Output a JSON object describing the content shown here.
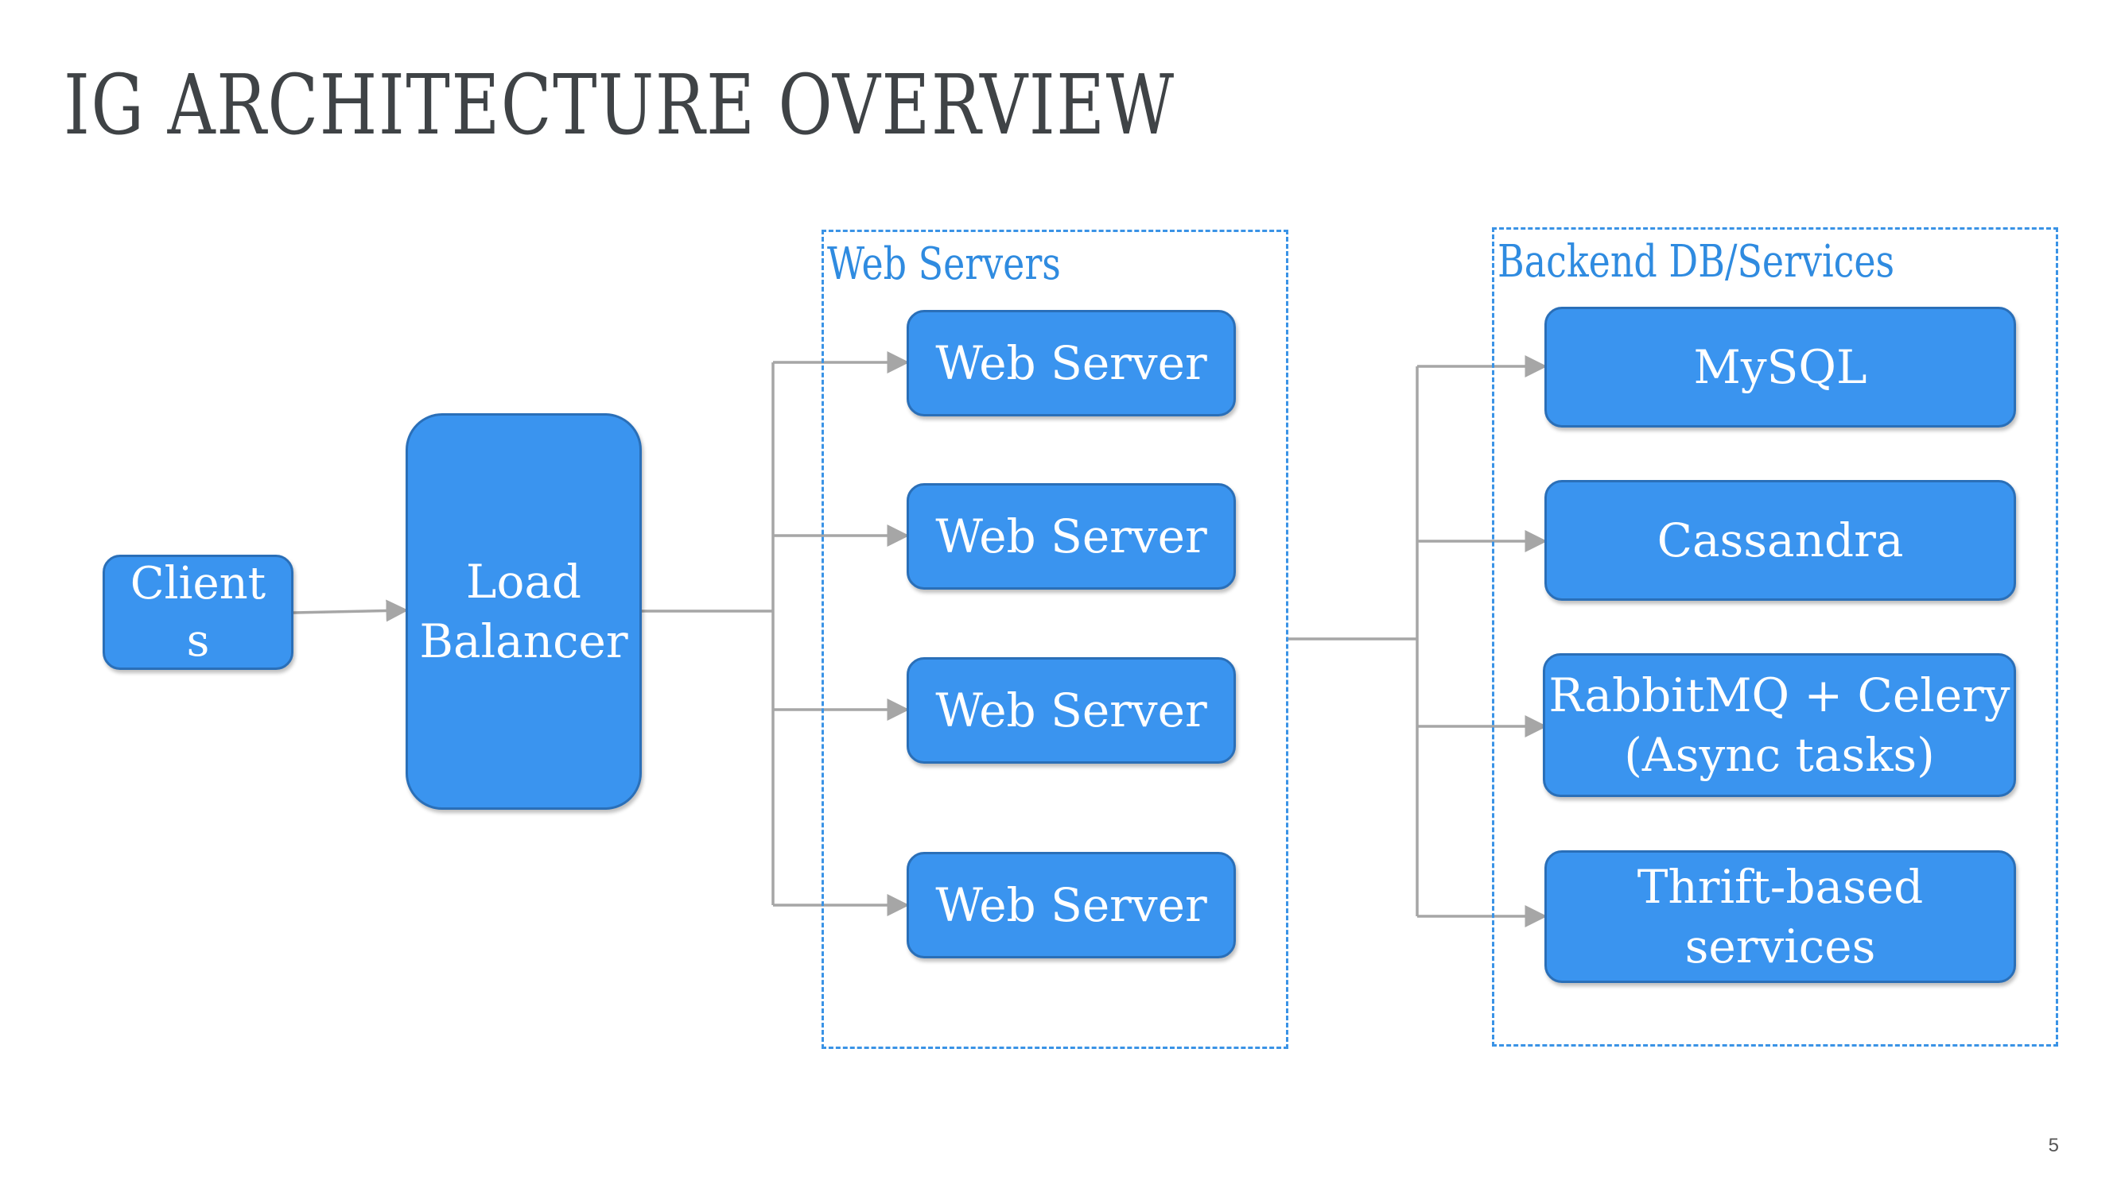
{
  "slide": {
    "title": "IG ARCHITECTURE OVERVIEW",
    "page_number": "5"
  },
  "nodes": {
    "clients": "Client\ns",
    "load_balancer": "Load\nBalancer",
    "web_servers": [
      "Web Server",
      "Web Server",
      "Web Server",
      "Web Server"
    ],
    "backend": [
      "MySQL",
      "Cassandra",
      "RabbitMQ + Celery\n(Async tasks)",
      "Thrift-based\nservices"
    ]
  },
  "groups": {
    "web_servers_label": "Web Servers",
    "backend_label": "Backend DB/Services"
  },
  "colors": {
    "node_fill": "#3a94ef",
    "node_border": "#2a6fb8",
    "group_border": "#3a93e6",
    "connector": "#a6a6a6",
    "title_text": "#3f4346"
  }
}
